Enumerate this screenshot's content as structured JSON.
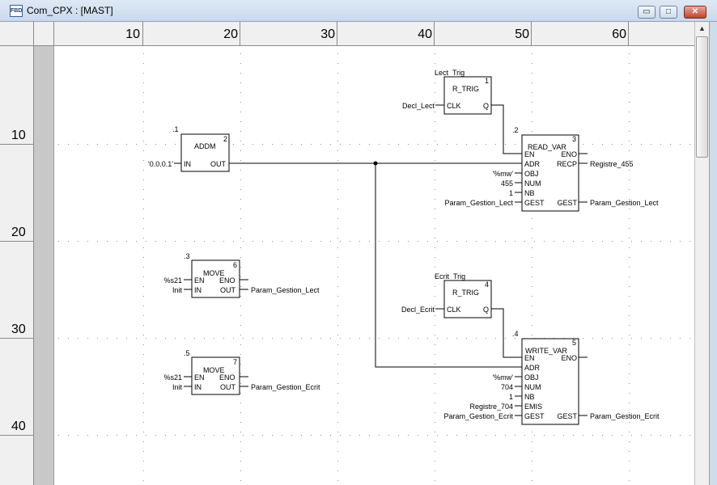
{
  "window": {
    "title": "Com_CPX : [MAST]",
    "icon": "fbd-icon"
  },
  "window_buttons": {
    "minimize": "▭",
    "maximize": "□",
    "close": "✕"
  },
  "ruler_cols": [
    "10",
    "20",
    "30",
    "40",
    "50",
    "60"
  ],
  "ruler_rows": [
    "10",
    "20",
    "30",
    "40"
  ],
  "blocks": {
    "addm": {
      "instance": ".1",
      "exec": "2",
      "name": "ADDM",
      "in_value": "'0.0.0.1'",
      "pin_in": "IN",
      "pin_out": "OUT"
    },
    "move1": {
      "instance": ".3",
      "exec": "6",
      "name": "MOVE",
      "en_value": "%s21",
      "in_value": "Init",
      "pin_en": "EN",
      "pin_eno": "ENO",
      "pin_in": "IN",
      "pin_out": "OUT",
      "out_value": "Param_Gestion_Lect"
    },
    "move2": {
      "instance": ".5",
      "exec": "7",
      "name": "MOVE",
      "en_value": "%s21",
      "in_value": "Init",
      "pin_en": "EN",
      "pin_eno": "ENO",
      "pin_in": "IN",
      "pin_out": "OUT",
      "out_value": "Param_Gestion_Ecrit"
    },
    "rtrig1": {
      "instance": "Lect_Trig",
      "exec": "1",
      "name": "R_TRIG",
      "clk_value": "Decl_Lect",
      "pin_clk": "CLK",
      "pin_q": "Q"
    },
    "rtrig2": {
      "instance": "Ecrit_Trig",
      "exec": "4",
      "name": "R_TRIG",
      "clk_value": "Decl_Ecrit",
      "pin_clk": "CLK",
      "pin_q": "Q"
    },
    "readvar": {
      "instance": ".2",
      "exec": "3",
      "name": "READ_VAR",
      "pins_left": [
        "EN",
        "ADR",
        "OBJ",
        "NUM",
        "NB",
        "GEST"
      ],
      "pins_right": [
        "ENO",
        "RECP",
        "GEST"
      ],
      "inputs": [
        "'%mw'",
        "455",
        "1",
        "Param_Gestion_Lect"
      ],
      "outputs": [
        "Registre_455",
        "Param_Gestion_Lect"
      ]
    },
    "writevar": {
      "instance": ".4",
      "exec": "5",
      "name": "WRITE_VAR",
      "pins_left": [
        "EN",
        "ADR",
        "OBJ",
        "NUM",
        "NB",
        "EMIS",
        "GEST"
      ],
      "pins_right": [
        "ENO",
        "GEST"
      ],
      "inputs": [
        "'%mw'",
        "704",
        "1",
        "Registre_704",
        "Param_Gestion_Ecrit"
      ],
      "outputs": [
        "Param_Gestion_Ecrit"
      ]
    }
  },
  "colors": {
    "wire": "#000000",
    "grid_dot": "#909090",
    "ruler_bg": "#f0f0f0",
    "strip": "#c8c8c8"
  }
}
